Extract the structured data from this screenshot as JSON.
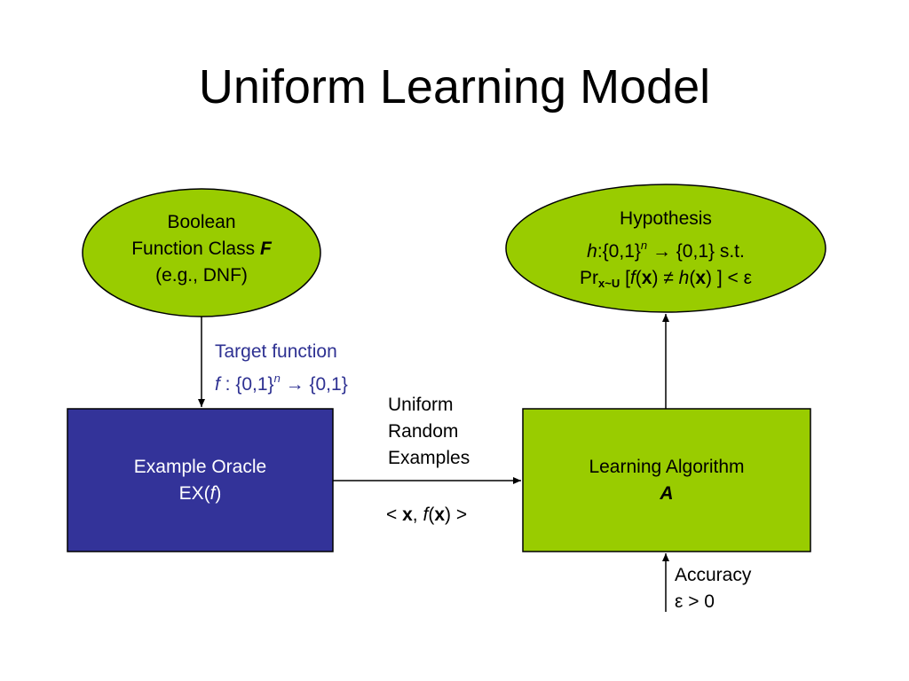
{
  "slide": {
    "title": "Uniform Learning Model"
  },
  "colors": {
    "ellipse_fill": "#99cc00",
    "algorithm_fill": "#99cc00",
    "oracle_fill": "#333399",
    "label_blue": "#2e3192"
  },
  "function_class": {
    "line1": "Boolean",
    "line2_text": "Function Class ",
    "line2_symbol": "F",
    "line3": "(e.g., DNF)"
  },
  "hypothesis": {
    "line1": "Hypothesis",
    "h": "h",
    "domain": ":{0,1}",
    "n": "n",
    "arrow": " → {0,1} s.t.",
    "pr": "Pr",
    "pr_sub": "x~U",
    "bracket_open": " [",
    "f": "f",
    "paren_open": "(",
    "x": "x",
    "neq": ") ≠ ",
    "h2": "h",
    "paren_open2": "(",
    "x2": "x",
    "tail": ") ] < ε"
  },
  "target": {
    "line1": "Target function",
    "f": "f",
    "colon": " : {0,1}",
    "n": "n",
    "rest": " → {0,1}"
  },
  "oracle": {
    "line1": "Example Oracle",
    "ex": "EX(",
    "f": "f",
    "close": ")"
  },
  "examples": {
    "line1": "Uniform",
    "line2": "Random",
    "line3": "Examples",
    "pair_open": "< ",
    "x": "x",
    "comma": ", ",
    "f": "f",
    "paren_open": "(",
    "x2": "x",
    "pair_close": ") >"
  },
  "algorithm": {
    "line1": "Learning Algorithm",
    "symbol": "A"
  },
  "accuracy": {
    "line1": "Accuracy",
    "line2": "ε > 0"
  }
}
